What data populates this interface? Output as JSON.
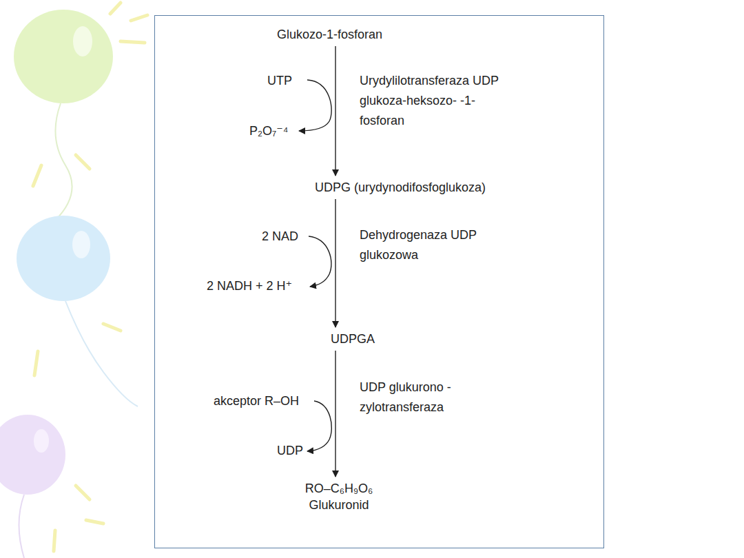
{
  "diagram": {
    "nodes": [
      {
        "text": [
          "Glukozo-1-fosforan"
        ]
      },
      {
        "text": [
          "UDPG (urydynodifosfoglukoza)"
        ]
      },
      {
        "text": [
          "UDPGA"
        ]
      },
      {
        "text": [
          "RO–C₆H₉O₆",
          "Glukuronid"
        ]
      }
    ],
    "edges": [
      {
        "from": 0,
        "to": 1,
        "arrow": "to",
        "label": "Urydylilotransferaza UDP glukoza-heksozo- -1-fosforan"
      },
      {
        "from": 1,
        "to": 2,
        "arrow": "to",
        "label": "Dehydrogenaza UDP glukozowa"
      },
      {
        "from": 2,
        "to": 3,
        "arrow": "to",
        "label": "UDP glukurono - zylotransferaza"
      }
    ],
    "labels": [
      "UTP",
      "P₂O₇⁻⁴",
      "2 NAD",
      "2 NADH + 2 H⁺",
      "akceptor R–OH",
      "UDP"
    ]
  }
}
